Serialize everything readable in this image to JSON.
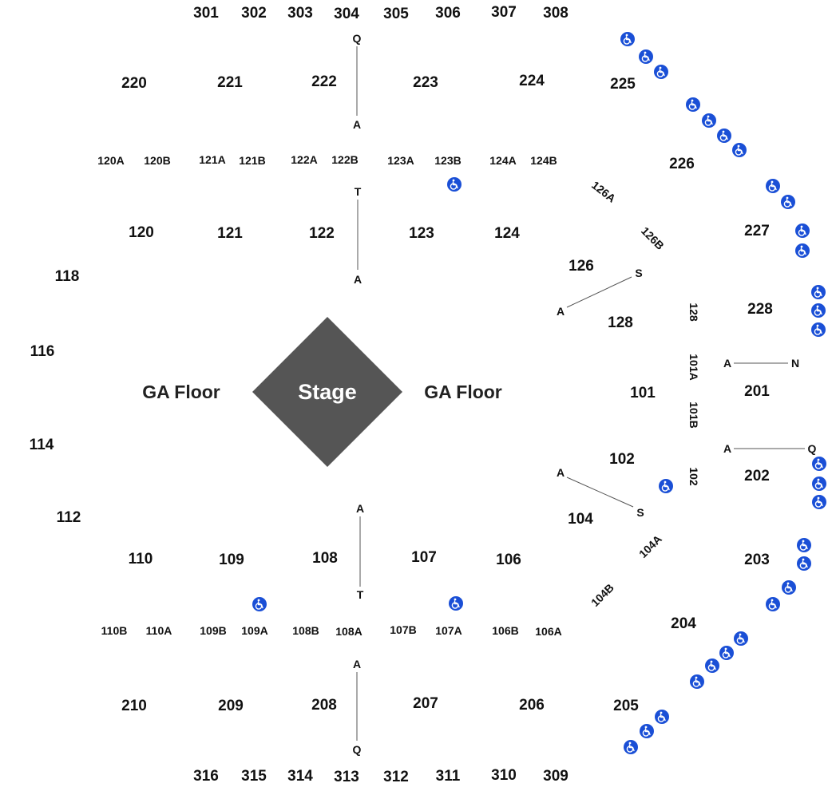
{
  "map": {
    "stage_label": "Stage",
    "ga_floor_left": "GA Floor",
    "ga_floor_right": "GA Floor",
    "wheelchair_icon": "wheelchair-accessible-icon",
    "colors": {
      "stage": "#555555",
      "wheelchair": "#1a4fd6",
      "text": "#111111"
    }
  },
  "sections_300_top": [
    "301",
    "302",
    "303",
    "304",
    "305",
    "306",
    "307",
    "308"
  ],
  "sections_300_bottom": [
    "316",
    "315",
    "314",
    "313",
    "312",
    "311",
    "310",
    "309"
  ],
  "sections_200": [
    "220",
    "221",
    "222",
    "223",
    "224",
    "225",
    "226",
    "227",
    "228",
    "201",
    "202",
    "203",
    "204",
    "205",
    "206",
    "207",
    "208",
    "209",
    "210"
  ],
  "sections_100": [
    "120",
    "121",
    "122",
    "123",
    "124",
    "126",
    "128",
    "101",
    "102",
    "104",
    "106",
    "107",
    "108",
    "109",
    "110",
    "112",
    "114",
    "116",
    "118"
  ],
  "subsections_top": [
    "120A",
    "120B",
    "121A",
    "121B",
    "122A",
    "122B",
    "123A",
    "123B",
    "124A",
    "124B"
  ],
  "subsections_bottom": [
    "110B",
    "110A",
    "109B",
    "109A",
    "108B",
    "108A",
    "107B",
    "107A",
    "106B",
    "106A"
  ],
  "subsections_side": [
    "126A",
    "126B",
    "128",
    "101A",
    "101B",
    "102",
    "104A",
    "104B"
  ],
  "row_markers": [
    {
      "from": "Q",
      "to": "A"
    },
    {
      "from": "T",
      "to": "A"
    },
    {
      "from": "A",
      "to": "T"
    },
    {
      "from": "A",
      "to": "Q"
    },
    {
      "from": "A",
      "to": "S"
    },
    {
      "from": "A",
      "to": "S"
    },
    {
      "from": "A",
      "to": "N"
    },
    {
      "from": "A",
      "to": "Q"
    }
  ]
}
